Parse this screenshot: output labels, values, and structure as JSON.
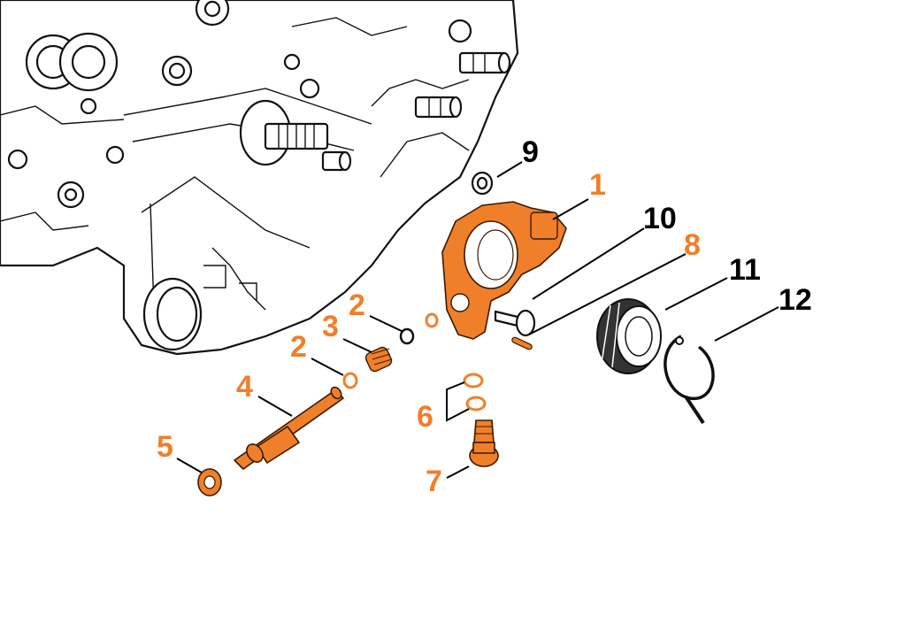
{
  "colors": {
    "highlight": "#f07f2a",
    "outline": "#111111",
    "background": "#ffffff"
  },
  "labels": {
    "l1": "1",
    "l2a": "2",
    "l2b": "2",
    "l3": "3",
    "l4": "4",
    "l5": "5",
    "l6": "6",
    "l7": "7",
    "l8": "8",
    "l9": "9",
    "l10": "10",
    "l11": "11",
    "l12": "12"
  }
}
